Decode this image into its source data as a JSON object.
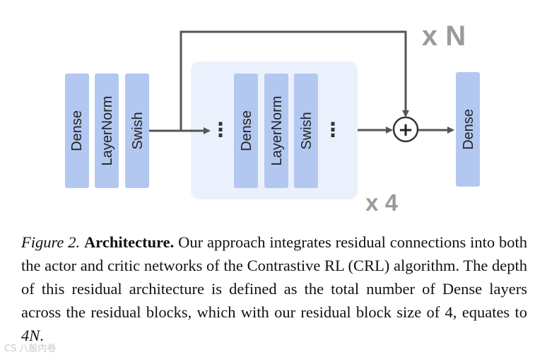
{
  "diagram": {
    "layers": {
      "dense_1": "Dense",
      "layernorm_1": "LayerNorm",
      "swish_1": "Swish",
      "ellipsis": "⋮",
      "dense_2": "Dense",
      "layernorm_2": "LayerNorm",
      "swish_2": "Swish",
      "dense_out": "Dense"
    },
    "repeat_outer": "x N",
    "repeat_inner": "x 4",
    "add_symbol": "+",
    "colors": {
      "block": "#b3c8f1",
      "residual_bg": "#ebf1fc",
      "arrow": "#555555",
      "label": "#9a9a9a"
    }
  },
  "caption": {
    "figure_label": "Figure 2.",
    "heading": "Architecture.",
    "body": "Our approach integrates residual connections into both the actor and critic networks of the Contrastive RL (CRL) algorithm. The depth of this residual architecture is defined as the total number of Dense layers across the residual blocks, which with our residual block size of 4, equates to",
    "math": "4N",
    "end": "."
  },
  "watermark": "CS 八股内卷"
}
